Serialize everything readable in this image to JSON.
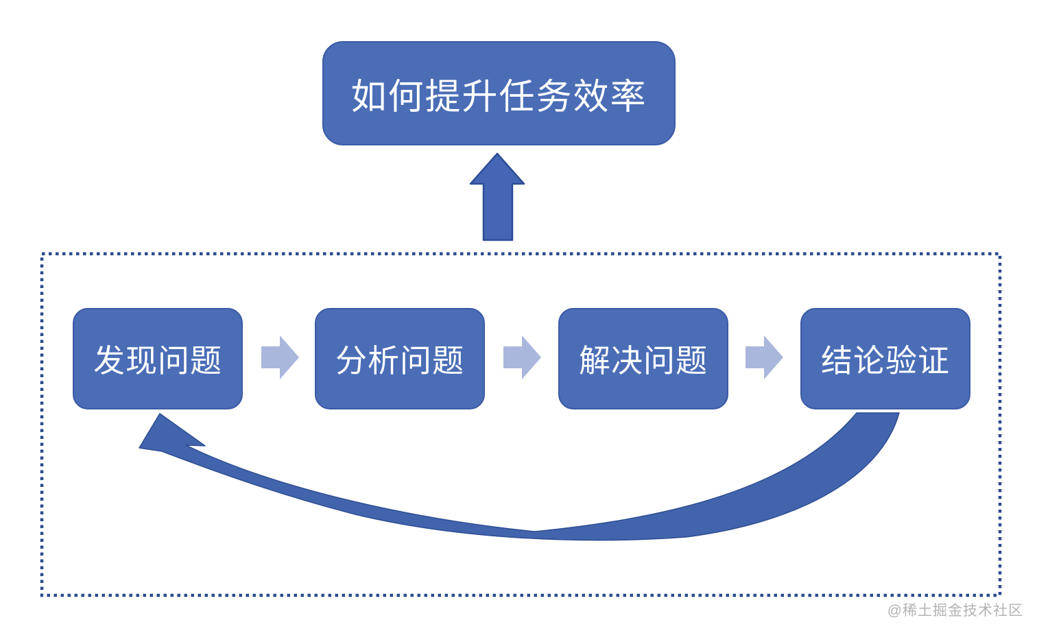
{
  "diagram": {
    "title_box": {
      "label": "如何提升任务效率"
    },
    "steps": [
      {
        "label": "发现问题"
      },
      {
        "label": "分析问题"
      },
      {
        "label": "解决问题"
      },
      {
        "label": "结论验证"
      }
    ],
    "watermark": "@稀土掘金技术社区",
    "colors": {
      "box_fill": "#4a6db6",
      "box_border": "#3c5aa6",
      "up_arrow_fill": "#4466b4",
      "up_arrow_stroke": "#2e4d97",
      "chevron_fill": "#a9b7dc",
      "curved_arrow_fill": "#4264ad",
      "curved_arrow_stroke": "#2e4d92",
      "dotted_border": "#2c4a8c",
      "text": "#ffffff",
      "watermark_color": "#b3b3b3",
      "background": "#ffffff"
    }
  }
}
